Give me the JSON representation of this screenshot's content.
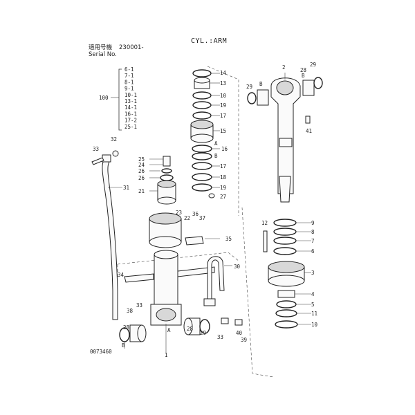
{
  "title": "CYL.:ARM",
  "serial": {
    "label_jp": "適用号機",
    "label_en": "Serial No.",
    "value": "230001-"
  },
  "drawing_number": "0073460",
  "kit": {
    "number": "100",
    "items": [
      "6-1",
      "7-1",
      "8-1",
      "9-1",
      "10-1",
      "13-1",
      "14-1",
      "16-1",
      "17-2",
      "25-1"
    ]
  },
  "callouts": {
    "rod_stack": [
      "14",
      "13",
      "10",
      "19",
      "17",
      "15",
      "A",
      "16",
      "B",
      "17",
      "18",
      "19",
      "27"
    ],
    "gland": [
      "25",
      "24",
      "26",
      "26",
      "21",
      "23",
      "22"
    ],
    "pipe_left": [
      "33",
      "32",
      "31"
    ],
    "bolts": [
      "36",
      "37",
      "35"
    ],
    "tube": [
      "30",
      "34",
      "38",
      "33",
      "28",
      "28",
      "29",
      "33",
      "40",
      "39",
      "A",
      "B",
      "1"
    ],
    "rod_side": [
      "2",
      "29",
      "28",
      "29",
      "B",
      "B",
      "41",
      "12"
    ],
    "piston": [
      "9",
      "8",
      "7",
      "6",
      "3",
      "4",
      "5",
      "11",
      "10"
    ]
  },
  "icons": [
    "bracket-icon",
    "leader-line-icon"
  ]
}
